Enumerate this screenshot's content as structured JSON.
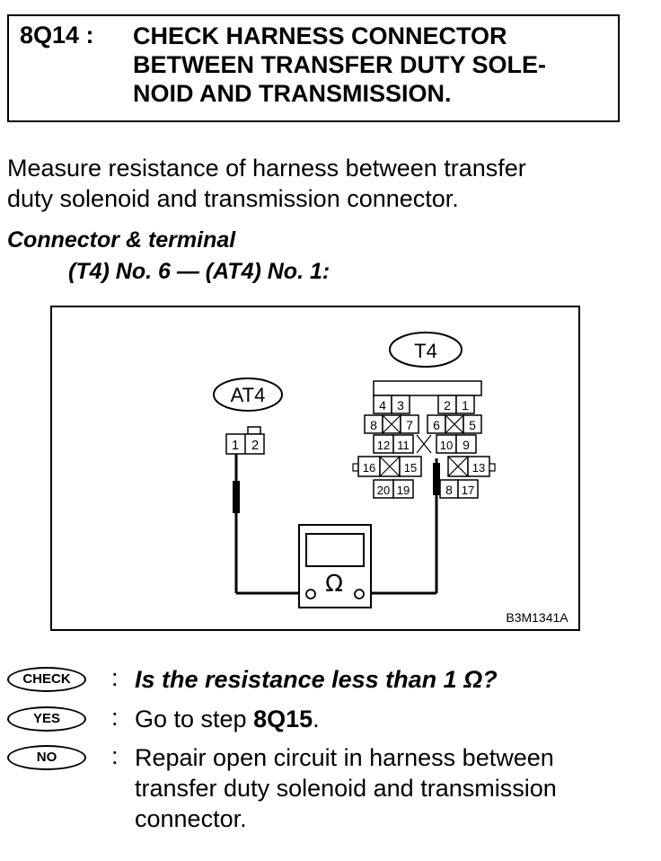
{
  "header": {
    "step_id": "8Q14 :",
    "title": "CHECK HARNESS CONNECTOR\nBETWEEN TRANSFER DUTY SOLE-\nNOID AND TRANSMISSION."
  },
  "instruction": "Measure resistance of harness between transfer\nduty solenoid and transmission connector.",
  "connector": {
    "heading": "Connector & terminal",
    "detail": "(T4) No. 6 — (AT4) No. 1:"
  },
  "diagram": {
    "at4_label": "AT4",
    "t4_label": "T4",
    "at4_pins": [
      "1",
      "2"
    ],
    "t4_rows": [
      [
        "4",
        "3",
        "",
        "2",
        "1"
      ],
      [
        "8",
        "×",
        "7",
        "6",
        "×",
        "5"
      ],
      [
        "12",
        "11",
        "×",
        "10",
        "9"
      ],
      [
        "16",
        "×",
        "15",
        "",
        "×",
        "13"
      ],
      [
        "20",
        "19",
        "",
        "8",
        "17"
      ]
    ],
    "meter_symbol": "Ω",
    "figure_code": "B3M1341A"
  },
  "answers": {
    "check": {
      "badge": "CHECK",
      "text": "Is the resistance less than 1 Ω?"
    },
    "yes": {
      "badge": "YES",
      "text_prefix": "Go to step ",
      "step": "8Q15",
      "text_suffix": "."
    },
    "no": {
      "badge": "NO",
      "text": "Repair open circuit in harness between\ntransfer duty solenoid and transmission\nconnector."
    }
  }
}
